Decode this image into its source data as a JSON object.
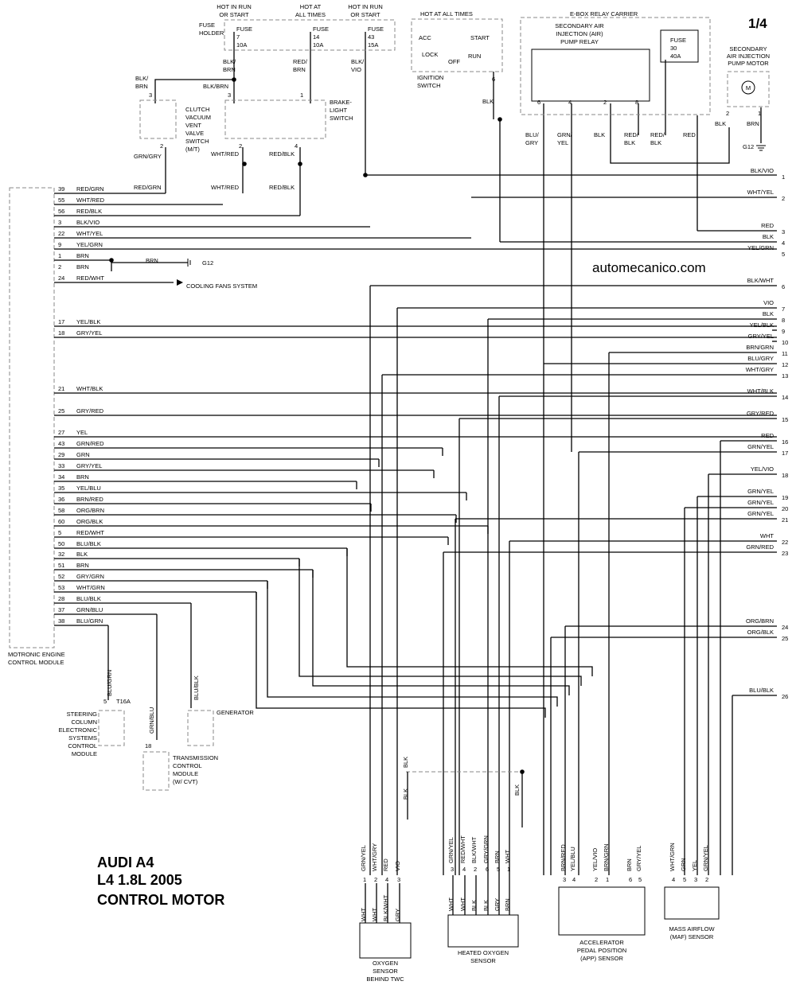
{
  "page_number": "1/4",
  "watermark": "automecanico.com",
  "title": [
    "AUDI A4",
    "L4 1.8L 2005",
    "CONTROL MOTOR"
  ],
  "top_labels": {
    "fuse_holder": [
      "FUSE",
      "HOLDER"
    ],
    "fuses": [
      {
        "hot": [
          "HOT IN RUN",
          "OR START"
        ],
        "name": "FUSE",
        "num": "7",
        "amp": "10A"
      },
      {
        "hot": [
          "HOT AT",
          "ALL TIMES"
        ],
        "name": "FUSE",
        "num": "14",
        "amp": "10A"
      },
      {
        "hot": [
          "HOT IN RUN",
          "OR START"
        ],
        "name": "FUSE",
        "num": "43",
        "amp": "15A"
      }
    ],
    "fuse_wires": [
      [
        "BLK/",
        "BRN"
      ],
      [
        "RED/",
        "BRN"
      ],
      [
        "BLK/",
        "VIO"
      ]
    ],
    "ignition": {
      "hot": "HOT AT ALL TIMES",
      "positions": [
        "ACC",
        "LOCK",
        "OFF",
        "START",
        "RUN"
      ],
      "name": [
        "IGNITION",
        "SWITCH"
      ],
      "pin": "6",
      "wire": "BLK"
    },
    "ebox": {
      "title": "E-BOX RELAY CARRIER",
      "relay": [
        "SECONDARY AIR",
        "INJECTION (AIR)",
        "PUMP RELAY"
      ],
      "relay_pins": [
        "6",
        "4",
        "2",
        "8"
      ],
      "fuse": [
        "FUSE",
        "30",
        "40A"
      ],
      "wires": [
        [
          "BLU/",
          "GRY"
        ],
        [
          "GRN/",
          "YEL"
        ],
        [
          "BLK"
        ],
        [
          "RED/",
          "BLK"
        ],
        [
          "RED/",
          "BLK"
        ],
        [
          "RED"
        ]
      ]
    },
    "pump_motor": {
      "name": [
        "SECONDARY",
        "AIR INJECTION",
        "PUMP MOTOR"
      ],
      "symbol": "M",
      "pins": [
        "2",
        "1"
      ],
      "wires": [
        "BLK",
        "BRN"
      ],
      "ground": "G12"
    },
    "clutch": {
      "name": [
        "CLUTCH",
        "VACUUM",
        "VENT",
        "VALVE",
        "SWITCH",
        "(M/T)"
      ],
      "pins": [
        "3",
        "2"
      ],
      "wires": [
        [
          "BLK/",
          "BRN"
        ],
        [
          "GRN/GRY"
        ],
        [
          "RED/GRN"
        ]
      ]
    },
    "brake": {
      "name": [
        "BRAKE-",
        "LIGHT",
        "SWITCH"
      ],
      "pins": [
        "3",
        "1",
        "2",
        "4"
      ],
      "wires": [
        "BLK/BRN",
        "WHT/RED",
        "RED/BLK",
        "WHT/RED",
        "RED/BLK"
      ]
    }
  },
  "ecm": {
    "name": [
      "MOTRONIC ENGINE",
      "CONTROL MODULE"
    ],
    "pins": [
      {
        "pin": "39",
        "color": "RED/GRN"
      },
      {
        "pin": "55",
        "color": "WHT/RED"
      },
      {
        "pin": "56",
        "color": "RED/BLK"
      },
      {
        "pin": "3",
        "color": "BLK/VIO"
      },
      {
        "pin": "22",
        "color": "WHT/YEL"
      },
      {
        "pin": "9",
        "color": "YEL/GRN"
      },
      {
        "pin": "1",
        "color": "BRN"
      },
      {
        "pin": "2",
        "color": "BRN"
      },
      {
        "pin": "24",
        "color": "RED/WHT"
      },
      {
        "pin": "17",
        "color": "YEL/BLK"
      },
      {
        "pin": "18",
        "color": "GRY/YEL"
      },
      {
        "pin": "21",
        "color": "WHT/BLK"
      },
      {
        "pin": "25",
        "color": "GRY/RED"
      },
      {
        "pin": "27",
        "color": "YEL"
      },
      {
        "pin": "43",
        "color": "GRN/RED"
      },
      {
        "pin": "29",
        "color": "GRN"
      },
      {
        "pin": "33",
        "color": "GRY/YEL"
      },
      {
        "pin": "34",
        "color": "BRN"
      },
      {
        "pin": "35",
        "color": "YEL/BLU"
      },
      {
        "pin": "36",
        "color": "BRN/RED"
      },
      {
        "pin": "58",
        "color": "ORG/BRN"
      },
      {
        "pin": "60",
        "color": "ORG/BLK"
      },
      {
        "pin": "5",
        "color": "RED/WHT"
      },
      {
        "pin": "50",
        "color": "BLU/BLK"
      },
      {
        "pin": "32",
        "color": "BLK"
      },
      {
        "pin": "51",
        "color": "BRN"
      },
      {
        "pin": "52",
        "color": "GRY/GRN"
      },
      {
        "pin": "53",
        "color": "WHT/GRN"
      },
      {
        "pin": "28",
        "color": "BLU/BLK"
      },
      {
        "pin": "37",
        "color": "GRN/BLU"
      },
      {
        "pin": "38",
        "color": "BLU/GRN"
      }
    ],
    "ground_wire": "BRN",
    "ground": "G12",
    "cooling": "COOLING FANS SYSTEM"
  },
  "right_connectors": [
    {
      "color": "BLK/VIO",
      "num": "1"
    },
    {
      "color": "WHT/YEL",
      "num": "2"
    },
    {
      "color": "RED",
      "num": "3"
    },
    {
      "color": "BLK",
      "num": "4"
    },
    {
      "color": "YEL/GRN",
      "num": "5"
    },
    {
      "color": "BLK/WHT",
      "num": "6"
    },
    {
      "color": "VIO",
      "num": "7"
    },
    {
      "color": "BLK",
      "num": "8"
    },
    {
      "color": "YEL/BLK",
      "num": "9"
    },
    {
      "color": "GRY/YEL",
      "num": "10"
    },
    {
      "color": "BRN/GRN",
      "num": "11"
    },
    {
      "color": "BLU/GRY",
      "num": "12"
    },
    {
      "color": "WHT/GRY",
      "num": "13"
    },
    {
      "color": "WHT/BLK",
      "num": "14"
    },
    {
      "color": "GRY/RED",
      "num": "15"
    },
    {
      "color": "RED",
      "num": "16"
    },
    {
      "color": "GRN/YEL",
      "num": "17"
    },
    {
      "color": "YEL/VIO",
      "num": "18"
    },
    {
      "color": "GRN/YEL",
      "num": "19"
    },
    {
      "color": "GRN/YEL",
      "num": "20"
    },
    {
      "color": "GRN/YEL",
      "num": "21"
    },
    {
      "color": "WHT",
      "num": "22"
    },
    {
      "color": "GRN/RED",
      "num": "23"
    },
    {
      "color": "ORG/BRN",
      "num": "24"
    },
    {
      "color": "ORG/BLK",
      "num": "25"
    },
    {
      "color": "BLU/BLK",
      "num": "26"
    }
  ],
  "bottom_left": {
    "steering": {
      "name": [
        "STEERING",
        "COLUMN",
        "ELECTRONIC",
        "SYSTEMS",
        "CONTROL",
        "MODULE"
      ],
      "wire": "BLU/GRN",
      "pin": "5",
      "conn": "T16A"
    },
    "generator": {
      "name": "GENERATOR",
      "wire": "BLU/BLK"
    },
    "tcm": {
      "name": [
        "TRANSMISSION",
        "CONTROL",
        "MODULE",
        "(W/ CVT)"
      ],
      "wire": "GRN/BLU",
      "pin": "18"
    }
  },
  "sensors": {
    "shield_wire": "BLK",
    "o2_rear": {
      "name": [
        "OXYGEN",
        "SENSOR",
        "BEHIND TWC"
      ],
      "top_wires": [
        "GRN/YEL",
        "WHT/GRY",
        "RED",
        "VIO"
      ],
      "pins": [
        "1",
        "2",
        "4",
        "3"
      ],
      "bottom_wires": [
        "WHT",
        "WHT",
        "BLK/WHT",
        "GRY"
      ]
    },
    "o2_heated": {
      "name": [
        "HEATED OXYGEN",
        "SENSOR"
      ],
      "top_wires": [
        "GRN/YEL",
        "RED/WHT",
        "BLK/WHT",
        "GRY/GRN",
        "BRN",
        "WHT"
      ],
      "pins": [
        "3",
        "4",
        "2",
        "6",
        "5",
        "1"
      ],
      "bottom_wires": [
        "WHT",
        "WHT",
        "BLK",
        "BLK",
        "GRY",
        "BRN"
      ]
    },
    "app": {
      "name": [
        "ACCELERATOR",
        "PEDAL POSITION",
        "(APP) SENSOR"
      ],
      "wires": [
        "BRN/RED",
        "YEL/BLU",
        "YEL/VIO",
        "BRN/GRN",
        "BRN",
        "GRY/YEL"
      ],
      "pins": [
        "3",
        "4",
        "2",
        "1",
        "6",
        "5"
      ]
    },
    "maf": {
      "name": [
        "MASS AIRFLOW",
        "(MAF) SENSOR"
      ],
      "wires": [
        "WHT/GRN",
        "GRN",
        "YEL",
        "GRN/YEL"
      ],
      "pins": [
        "4",
        "5",
        "3",
        "2"
      ]
    }
  }
}
